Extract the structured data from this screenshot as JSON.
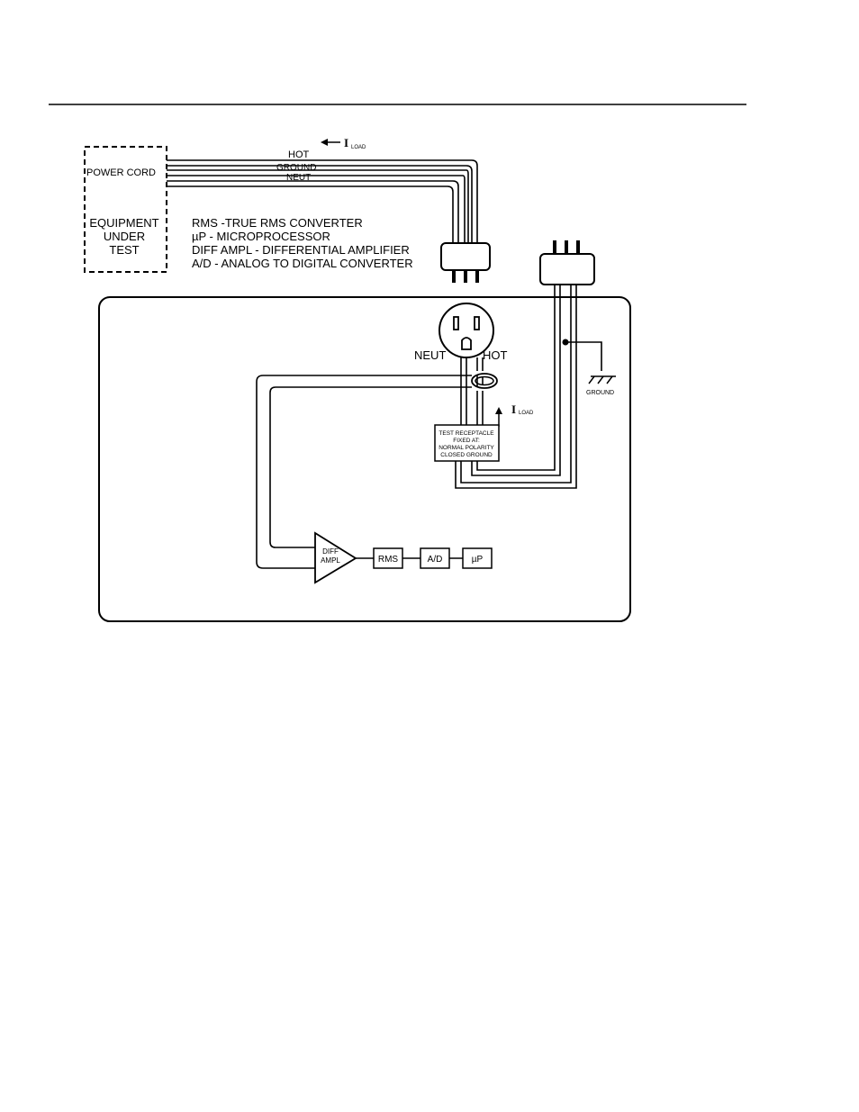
{
  "colors": {
    "ink": "#000000",
    "paper": "#ffffff"
  },
  "wires": {
    "hot": "HOT",
    "ground": "GROUND",
    "neut": "NEUT"
  },
  "iload_top": {
    "symbol": "I",
    "sub": "LOAD"
  },
  "iload_side": {
    "symbol": "I",
    "sub": "LOAD"
  },
  "eut": {
    "power_cord": "POWER CORD",
    "line1": "EQUIPMENT",
    "line2": "UNDER",
    "line3": "TEST"
  },
  "legend": [
    "RMS -TRUE RMS CONVERTER",
    "µP - MICROPROCESSOR",
    "DIFF AMPL - DIFFERENTIAL AMPLIFIER",
    "A/D - ANALOG TO DIGITAL CONVERTER"
  ],
  "receptacle_labels": {
    "neut": "NEUT",
    "hot": "HOT"
  },
  "ground_symbol_label": "GROUND",
  "test_receptacle": [
    "TEST RECEPTACLE",
    "FIXED AT:",
    "NORMAL POLARITY",
    "CLOSED GROUND"
  ],
  "amp": {
    "line1": "DIFF",
    "line2": "AMPL"
  },
  "blocks": {
    "rms": "RMS",
    "ad": "A/D",
    "up": "µP"
  },
  "icons": [
    "arrow-left-icon",
    "arrow-up-icon",
    "ground-symbol-icon",
    "plug-icon",
    "outlet-icon"
  ]
}
